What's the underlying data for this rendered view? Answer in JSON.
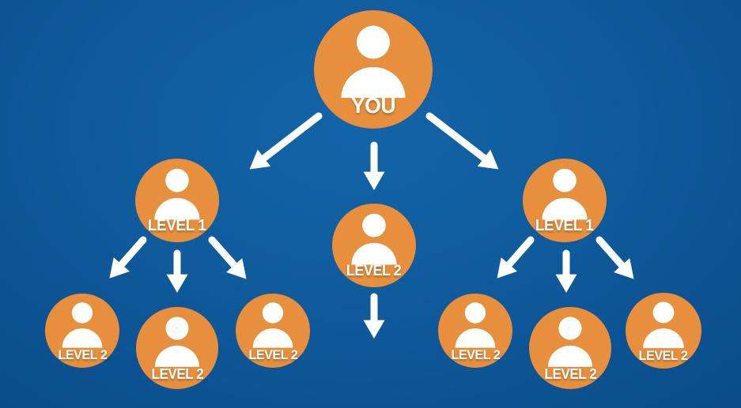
{
  "diagram": {
    "type": "hierarchy-pyramid",
    "levels": [
      "YOU",
      "LEVEL 1",
      "LEVEL 2"
    ]
  },
  "nodes": {
    "you": {
      "label": "YOU"
    },
    "level1_left": {
      "label": "LEVEL 1"
    },
    "level1_right": {
      "label": "LEVEL 1"
    },
    "level2_center": {
      "label": "LEVEL 2"
    },
    "level2_left_1": {
      "label": "LEVEL 2"
    },
    "level2_left_2": {
      "label": "LEVEL 2"
    },
    "level2_left_3": {
      "label": "LEVEL 2"
    },
    "level2_right_1": {
      "label": "LEVEL 2"
    },
    "level2_right_2": {
      "label": "LEVEL 2"
    },
    "level2_right_3": {
      "label": "LEVEL 2"
    }
  },
  "colors": {
    "background_center": "#1264a8",
    "background_edge": "#0a4c89",
    "node_fill": "#e78f3c",
    "icon_and_text": "#ffffff",
    "arrow": "#ffffff"
  }
}
